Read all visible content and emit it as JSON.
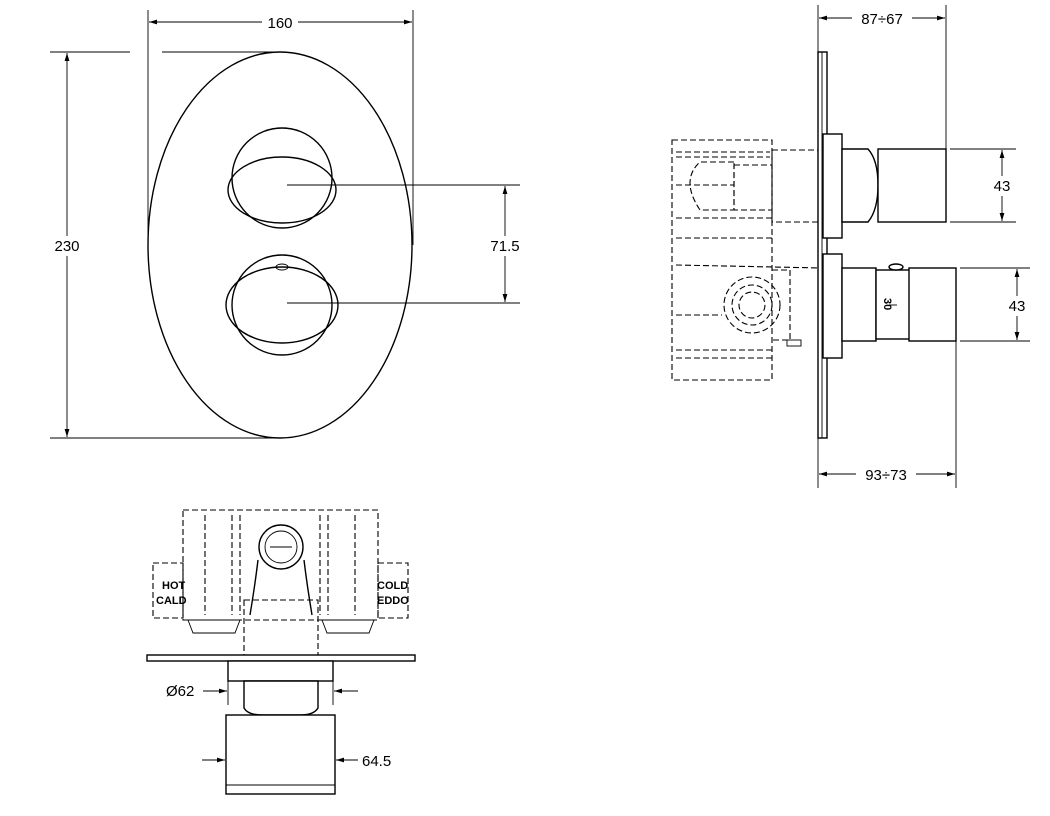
{
  "drawing": {
    "front_view": {
      "width_dim": "160",
      "height_dim": "230",
      "knob_spacing_dim": "71.5"
    },
    "side_view": {
      "depth_top_dim": "87÷67",
      "depth_bottom_dim": "93÷73",
      "upper_knob_dim": "43",
      "lower_knob_dim": "43",
      "scale_mark": "30"
    },
    "bottom_view": {
      "diameter_dim": "Ø62",
      "knob_width_dim": "64.5",
      "hot_label": "HOT",
      "hot_label_it": "CALD",
      "cold_label": "COLD",
      "cold_label_it": "EDDO"
    }
  }
}
